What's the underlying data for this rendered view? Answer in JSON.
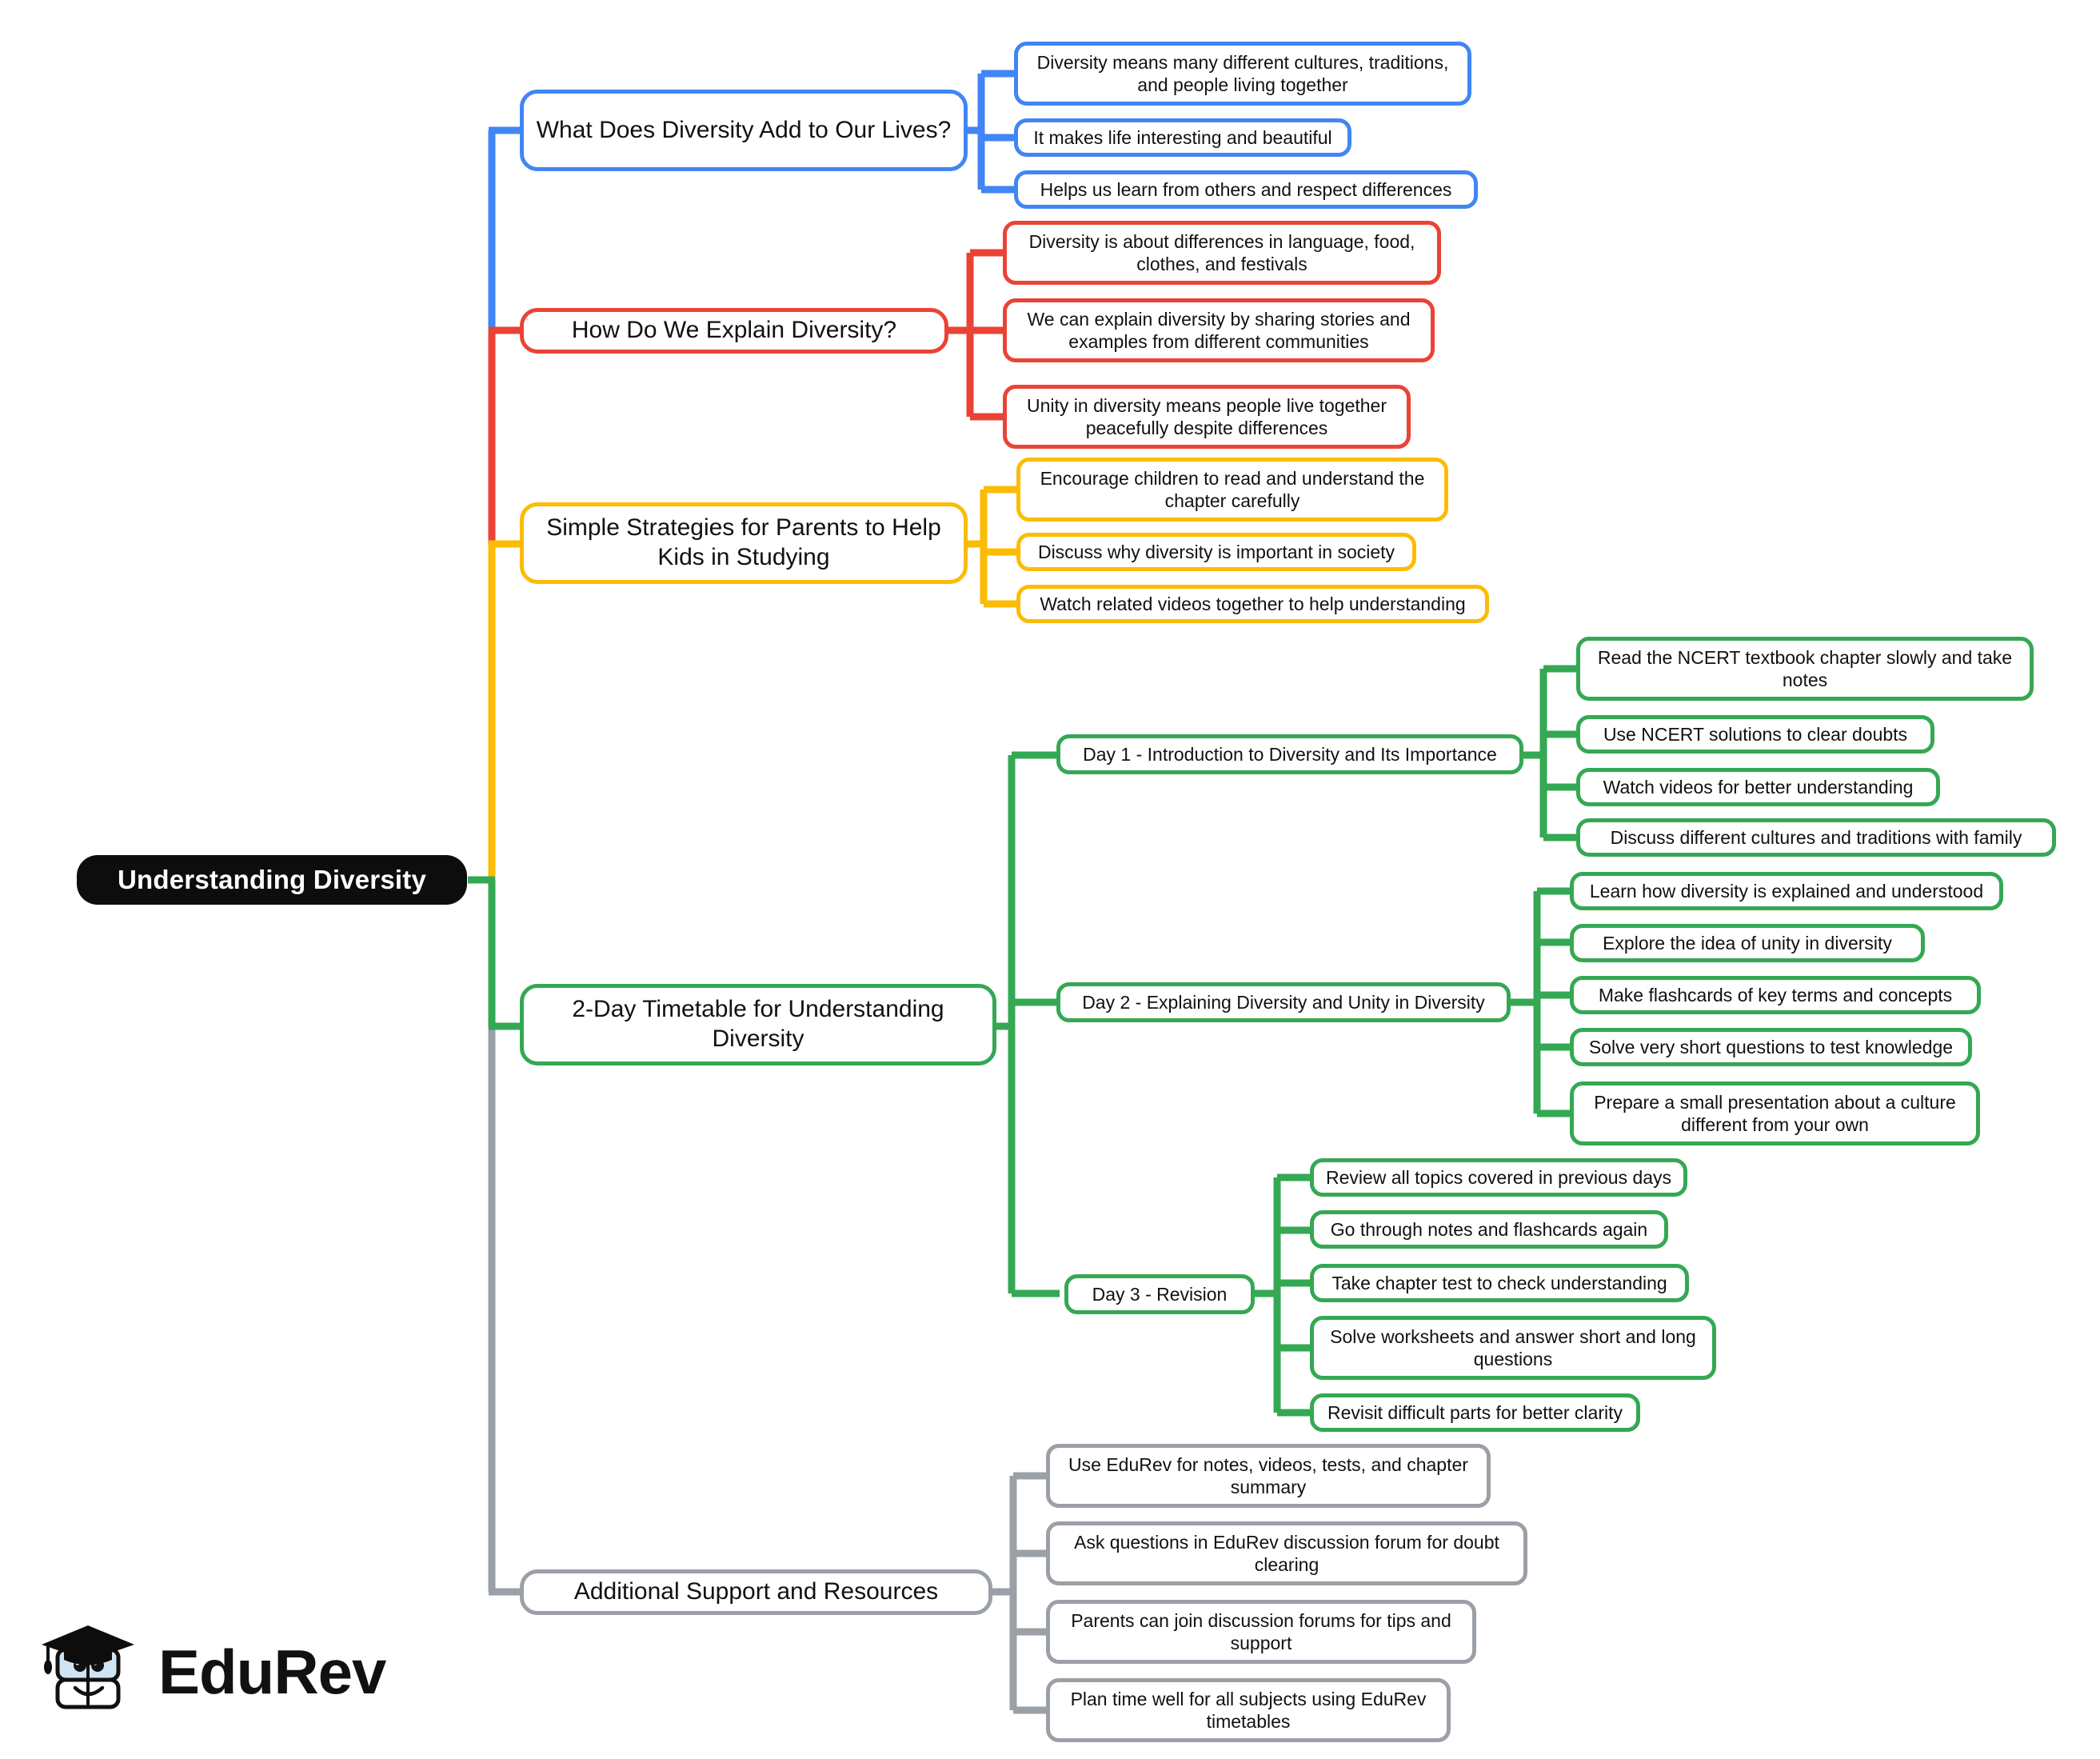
{
  "root": {
    "label": "Understanding Diversity"
  },
  "colors": {
    "blue": "#4285f4",
    "red": "#ea4335",
    "yellow": "#fbbc05",
    "green": "#34a853",
    "gray": "#9aa0a6",
    "root_bg": "#0d0d0d",
    "root_text": "#ffffff",
    "node_bg": "#ffffff",
    "text": "#111111"
  },
  "branches": [
    {
      "id": "diversity-add",
      "color": "blue",
      "label": "What Does Diversity Add to Our Lives?",
      "leaves": [
        "Diversity means many different cultures, traditions, and people living together",
        "It makes life interesting and beautiful",
        "Helps us learn from others and respect differences"
      ]
    },
    {
      "id": "explain-diversity",
      "color": "red",
      "label": "How Do We Explain Diversity?",
      "leaves": [
        "Diversity is about differences in language, food, clothes, and festivals",
        "We can explain diversity by sharing stories and examples from different communities",
        "Unity in diversity means people live together peacefully despite differences"
      ]
    },
    {
      "id": "parent-strategies",
      "color": "yellow",
      "label": "Simple Strategies for Parents to Help Kids in Studying",
      "leaves": [
        "Encourage children to read and understand the chapter carefully",
        "Discuss why diversity is important in society",
        "Watch related videos together to help understanding"
      ]
    },
    {
      "id": "timetable",
      "color": "green",
      "label": "2-Day Timetable for Understanding Diversity",
      "days": [
        {
          "id": "day-1",
          "label": "Day 1 - Introduction to Diversity and Its Importance",
          "tasks": [
            "Read the NCERT textbook chapter slowly and take notes",
            "Use NCERT solutions to clear doubts",
            "Watch videos for better understanding",
            "Discuss different cultures and traditions with family"
          ]
        },
        {
          "id": "day-2",
          "label": "Day 2 - Explaining Diversity and Unity in Diversity",
          "tasks": [
            "Learn how diversity is explained and understood",
            "Explore the idea of unity in diversity",
            "Make flashcards of key terms and concepts",
            "Solve very short questions to test knowledge",
            "Prepare a small presentation about a culture different from your own"
          ]
        },
        {
          "id": "day-3",
          "label": "Day 3 - Revision",
          "tasks": [
            "Review all topics covered in previous days",
            "Go through notes and flashcards again",
            "Take chapter test to check understanding",
            "Solve worksheets and answer short and long questions",
            "Revisit difficult parts for better clarity"
          ]
        }
      ]
    },
    {
      "id": "additional-support",
      "color": "gray",
      "label": "Additional Support and Resources",
      "leaves": [
        "Use EduRev for notes, videos, tests, and chapter summary",
        "Ask questions in EduRev discussion forum for doubt clearing",
        "Parents can join discussion forums for tips and support",
        "Plan time well for all subjects using EduRev timetables"
      ]
    }
  ],
  "logo": {
    "word": "EduRev",
    "icon": "graduation-cap-book-mascot"
  }
}
